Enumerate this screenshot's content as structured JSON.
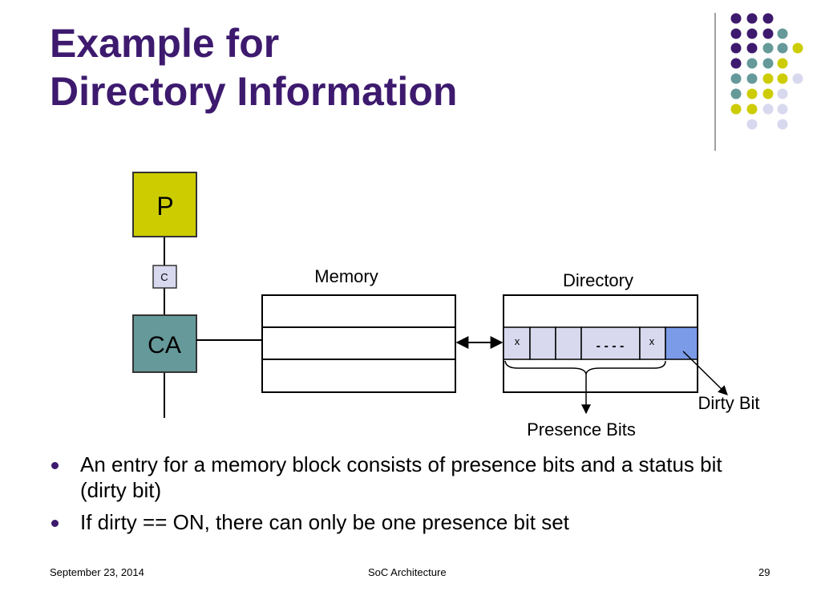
{
  "slide": {
    "title_line1": "Example for",
    "title_line2": "Directory Information",
    "accent_color": "#3d1a6e"
  },
  "diagram": {
    "processor_label": "P",
    "cache_label": "C",
    "controller_label": "CA",
    "memory_label": "Memory",
    "directory_label": "Directory",
    "presence_bit_marks": [
      "x",
      "",
      "",
      "- - - -",
      "x"
    ],
    "presence_bits_label": "Presence Bits",
    "dirty_bit_label": "Dirty Bit",
    "colors": {
      "processor": "#cccc00",
      "cache": "#d8d8ee",
      "controller": "#669999",
      "presence_cell": "#d8d8ee",
      "dirty_cell": "#7b9ae8"
    }
  },
  "bullets": [
    "An entry for a memory block consists of presence bits and a status bit (dirty bit)",
    "If dirty == ON, there can only be one presence bit set"
  ],
  "footer": {
    "date": "September 23, 2014",
    "course": "SoC Architecture",
    "page": "29"
  },
  "decoration": {
    "dot_colors": [
      "#3d1a6e",
      "#669999",
      "#cccc00",
      "#d8d8ee"
    ]
  }
}
